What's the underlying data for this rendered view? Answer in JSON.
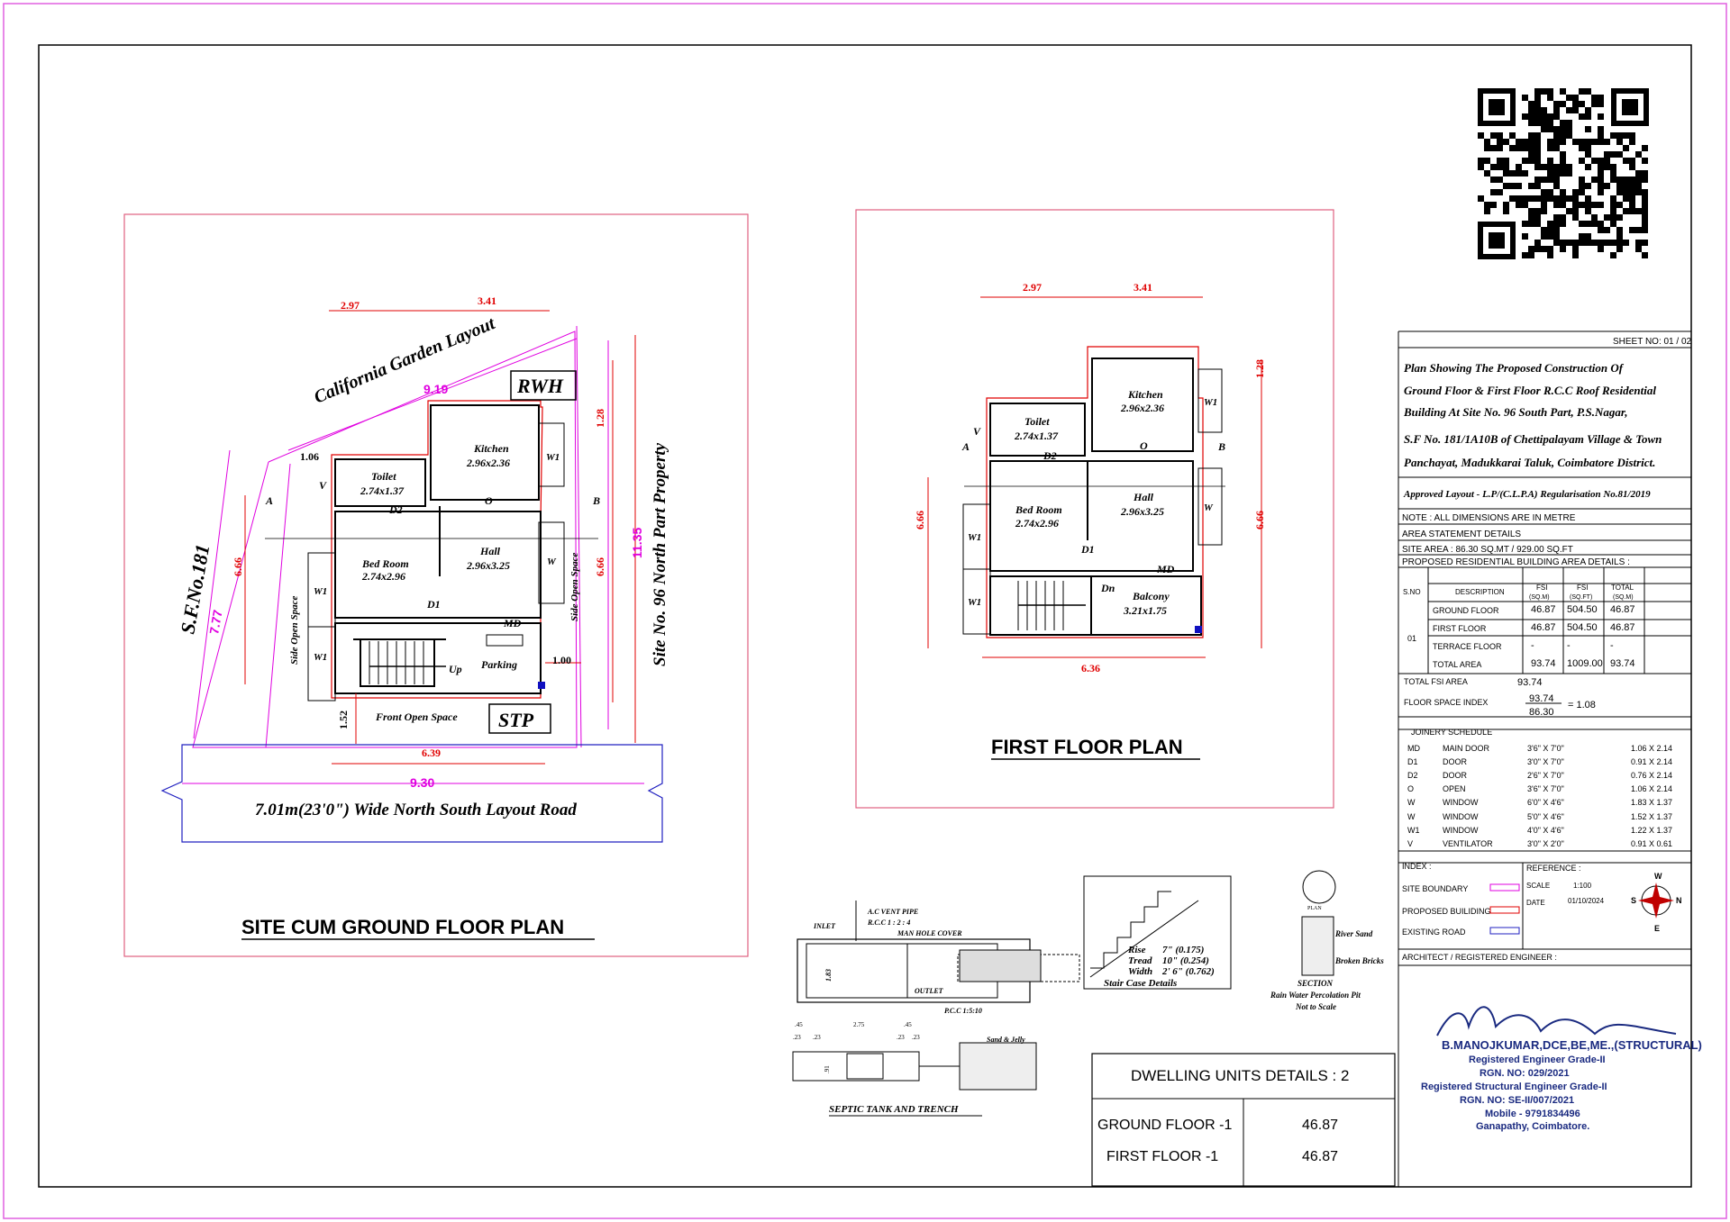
{
  "colors": {
    "boundary": "#e06080",
    "dimension": "#e00000",
    "site_dim": "#e000e0",
    "road": "#2020c0",
    "wall": "#000000"
  },
  "ground_plan": {
    "title": "SITE CUM GROUND FLOOR PLAN",
    "layout_label": "California Garden Layout",
    "rwh": "RWH",
    "stp": "STP",
    "sf_label": "S.F.No.181",
    "east_label": "Site No. 96 North Part Property",
    "road_label": "7.01m(23'0\") Wide North South Layout Road",
    "front_space": "Front Open Space",
    "side_space_left": "Side Open Space",
    "side_space_right": "Side Open Space",
    "parking": "Parking",
    "up": "Up",
    "section_a": "A",
    "section_b": "B",
    "dims": {
      "top_left": "2.97",
      "top_right": "3.41",
      "diag": "9.19",
      "left": "7.77",
      "right": "11.35",
      "inner_left": "6.66",
      "inner_right": "6.66",
      "right_top": "1.28",
      "bottom_inner": "6.39",
      "bottom_road": "9.30",
      "front": "1.52",
      "side_right": "1.00",
      "left_offset": "1.06"
    },
    "rooms": {
      "toilet": "Toilet",
      "toilet_dim": "2.74x1.37",
      "kitchen": "Kitchen",
      "kitchen_dim": "2.96x2.36",
      "bedroom": "Bed Room",
      "bedroom_dim": "2.74x2.96",
      "hall": "Hall",
      "hall_dim": "2.96x3.25"
    },
    "tags": {
      "v": "V",
      "w1a": "W1",
      "w1b": "W1",
      "w1c": "W1",
      "w": "W",
      "d1": "D1",
      "d2": "D2",
      "o": "O",
      "md": "MD"
    }
  },
  "first_plan": {
    "title": "FIRST FLOOR PLAN",
    "dims": {
      "top_left": "2.97",
      "top_right": "3.41",
      "left": "6.66",
      "right": "6.66",
      "right_top": "1.28",
      "bottom": "6.36"
    },
    "rooms": {
      "toilet": "Toilet",
      "toilet_dim": "2.74x1.37",
      "kitchen": "Kitchen",
      "kitchen_dim": "2.96x2.36",
      "bedroom": "Bed Room",
      "bedroom_dim": "2.74x2.96",
      "hall": "Hall",
      "hall_dim": "2.96x3.25",
      "balcony": "Balcony",
      "balcony_dim": "3.21x1.75"
    },
    "tags": {
      "v": "V",
      "w1a": "W1",
      "w1b": "W1",
      "w1c": "W1",
      "w": "W",
      "d1": "D1",
      "d2": "D2",
      "o": "O",
      "md": "MD",
      "dn": "Dn",
      "a": "A",
      "b": "B"
    }
  },
  "septic": {
    "title": "SEPTIC TANK AND TRENCH",
    "vent": "A.C VENT PIPE",
    "rcc": "R.C.C 1 : 2 : 4",
    "cover": "MAN HOLE COVER",
    "inlet": "INLET",
    "outlet": "OUTLET",
    "pcc": "P.C.C 1:5:10",
    "depth": "1.83",
    "sand": "Sand & Jelly",
    "d045a": ".45",
    "d023a": ".23",
    "d023b": ".23",
    "d275": "2.75",
    "d023c": ".23",
    "d045b": ".45",
    "d023d": ".23",
    "d091": ".91"
  },
  "stair": {
    "title": "Stair Case Details",
    "rise": "Rise",
    "rise_v": "7\"  (0.175)",
    "tread": "Tread",
    "tread_v": "10\"  (0.254)",
    "width": "Width",
    "width_v": "2' 6\"  (0.762)"
  },
  "percolation": {
    "plan": "PLAN",
    "river_sand": "River Sand",
    "broken_bricks": "Broken Bricks",
    "section": "SECTION",
    "title": "Rain Water Percolation Pit",
    "note": "Not to Scale"
  },
  "dwelling": {
    "title": "DWELLING UNITS DETAILS : 2",
    "rows": [
      {
        "label": "GROUND FLOOR -1",
        "value": "46.87"
      },
      {
        "label": "FIRST FLOOR -1",
        "value": "46.87"
      }
    ]
  },
  "title_block": {
    "sheet": "SHEET NO: 01 / 02",
    "desc": [
      "Plan Showing The Proposed Construction Of",
      "Ground Floor & First Floor R.C.C Roof Residential",
      "Building At Site No. 96 South Part, P.S.Nagar,",
      "S.F No. 181/1A10B of Chettipalayam Village & Town",
      "Panchayat, Madukkarai Taluk,  Coimbatore District."
    ],
    "approved": "Approved Layout - L.P/(C.L.P.A) Regularisation No.81/2019",
    "note": "NOTE : ALL DIMENSIONS ARE IN METRE",
    "area_statement": "AREA STATEMENT DETAILS",
    "site_area": "SITE AREA  :  86.30 SQ.MT / 929.00 SQ.FT",
    "proposed": "PROPOSED RESIDENTIAL BUILDING AREA DETAILS :",
    "headers": {
      "sno": "S.NO",
      "desc": "DESCRIPTION",
      "fsi_m": "FSI\n(SQ.M)",
      "fsi_m1": "FSI",
      "fsi_m2": "(SQ.M)",
      "fsi_f1": "FSI",
      "fsi_f2": "(SQ.FT)",
      "tot1": "TOTAL",
      "tot2": "(SQ.M)"
    },
    "sno": "01",
    "rows": [
      {
        "d": "GROUND FLOOR",
        "m": "46.87",
        "f": "504.50",
        "t": "46.87"
      },
      {
        "d": "FIRST FLOOR",
        "m": "46.87",
        "f": "504.50",
        "t": "46.87"
      },
      {
        "d": "TERRACE FLOOR",
        "m": "-",
        "f": "-",
        "t": "-"
      },
      {
        "d": "TOTAL AREA",
        "m": "93.74",
        "f": "1009.00",
        "t": "93.74"
      }
    ],
    "total_fsi_label": "TOTAL FSI AREA",
    "total_fsi_value": "93.74",
    "fsi_index_label": "FLOOR SPACE INDEX",
    "fsi_num": "93.74",
    "fsi_den": "86.30",
    "fsi_result": "= 1.08",
    "joinery_title": "JOINERY SCHEDULE",
    "joinery": [
      {
        "c": "MD",
        "n": "MAIN DOOR",
        "i": "3'6\" X 7'0\"",
        "m": "1.06 X 2.14"
      },
      {
        "c": "D1",
        "n": "DOOR",
        "i": "3'0\" X 7'0\"",
        "m": "0.91 X 2.14"
      },
      {
        "c": "D2",
        "n": "DOOR",
        "i": "2'6\" X 7'0\"",
        "m": "0.76 X 2.14"
      },
      {
        "c": "O",
        "n": "OPEN",
        "i": "3'6\" X 7'0\"",
        "m": "1.06 X 2.14"
      },
      {
        "c": "W",
        "n": "WINDOW",
        "i": "6'0\" X 4'6\"",
        "m": "1.83 X 1.37"
      },
      {
        "c": "W",
        "n": "WINDOW",
        "i": "5'0\" X 4'6\"",
        "m": "1.52 X 1.37"
      },
      {
        "c": "W1",
        "n": "WINDOW",
        "i": "4'0\" X 4'6\"",
        "m": "1.22 X 1.37"
      },
      {
        "c": "V",
        "n": "VENTILATOR",
        "i": "3'0\" X 2'0\"",
        "m": "0.91 X 0.61"
      }
    ],
    "index": "INDEX :",
    "reference": "REFERENCE :",
    "site_boundary": "SITE BOUNDARY",
    "proposed_building": "PROPOSED BUILIDING",
    "existing_road": "EXISTING ROAD",
    "scale_label": "SCALE",
    "scale_value": "1:100",
    "date_label": "DATE",
    "date_value": "01/10/2024",
    "architect": "ARCHITECT / REGISTERED ENGINEER :",
    "compass": {
      "n": "N",
      "s": "S",
      "e": "E",
      "w": "W"
    },
    "stamp": [
      "B.MANOJKUMAR,DCE,BE,ME.,(STRUCTURAL)",
      "Registered Engineer Grade-II",
      "RGN. NO: 029/2021",
      "Registered Structural Engineer Grade-II",
      "RGN. NO: SE-II/007/2021",
      "Mobile - 9791834496",
      "Ganapathy, Coimbatore."
    ]
  }
}
